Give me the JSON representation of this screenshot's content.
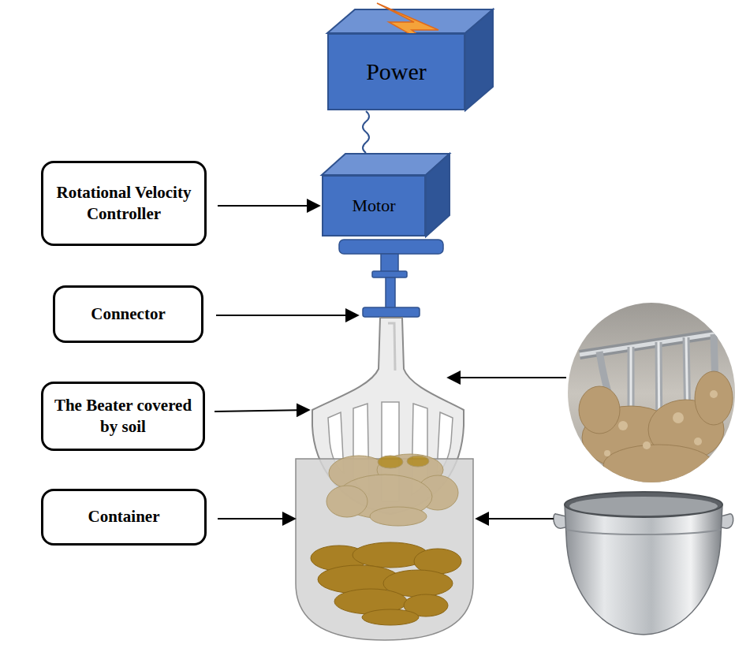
{
  "diagram": {
    "nodes": [
      {
        "text": [
          "Power"
        ]
      },
      {
        "text": [
          "Rotational Velocity Controller"
        ]
      },
      {
        "text": [
          "Motor"
        ]
      },
      {
        "text": [
          "Connector"
        ]
      },
      {
        "text": [
          "The Beater covered by soil"
        ]
      },
      {
        "text": [
          "Container"
        ]
      }
    ],
    "edges": [
      {
        "from": 0,
        "to": 2,
        "arrow": "none"
      },
      {
        "from": 1,
        "to": 2,
        "arrow": "to"
      }
    ]
  }
}
